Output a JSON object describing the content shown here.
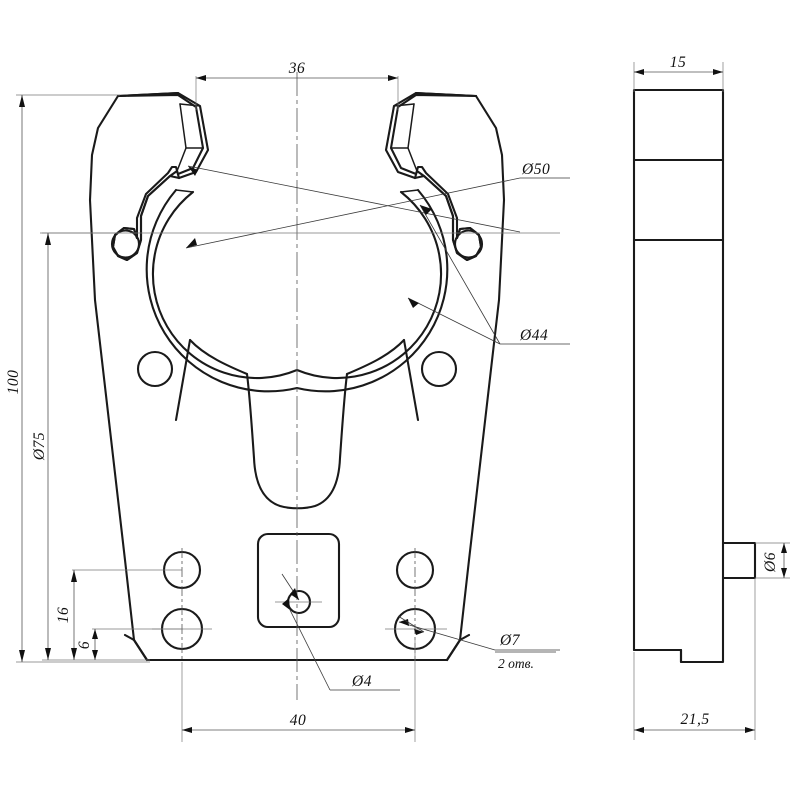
{
  "drawing": {
    "title": "Tool holder fork bracket — orthographic drawing",
    "background_color": "#ffffff",
    "line_color": "#1a1a1a",
    "dimension_color": "#555555",
    "views": [
      {
        "name": "front-view",
        "label": ""
      },
      {
        "name": "side-view",
        "label": ""
      }
    ]
  },
  "dimensions": {
    "top_width": "36",
    "overall_height": "100",
    "bolt_circle_diameter": "Ø75",
    "clamp_outer_diameter": "Ø50",
    "clamp_inner_diameter": "Ø44",
    "hole_offset_upper": "16",
    "hole_offset_lower": "6",
    "bottom_width": "40",
    "center_hole_diameter": "Ø4",
    "side_holes_diameter": "Ø7",
    "side_holes_qty": "2 отв.",
    "side_thickness": "15",
    "boss_diameter": "Ø6",
    "side_depth": "21,5"
  },
  "labels": {
    "diameter_symbol": "Ø",
    "holes_note": "2 отв."
  },
  "chart_data": {
    "type": "table",
    "title": "Dimension callouts",
    "categories": [
      "36",
      "100",
      "Ø75",
      "Ø50",
      "Ø44",
      "16",
      "6",
      "40",
      "Ø4",
      "Ø7 2 отв.",
      "15",
      "Ø6",
      "21,5"
    ],
    "values": [
      36,
      100,
      75,
      50,
      44,
      16,
      6,
      40,
      4,
      7,
      15,
      6,
      21.5
    ]
  }
}
